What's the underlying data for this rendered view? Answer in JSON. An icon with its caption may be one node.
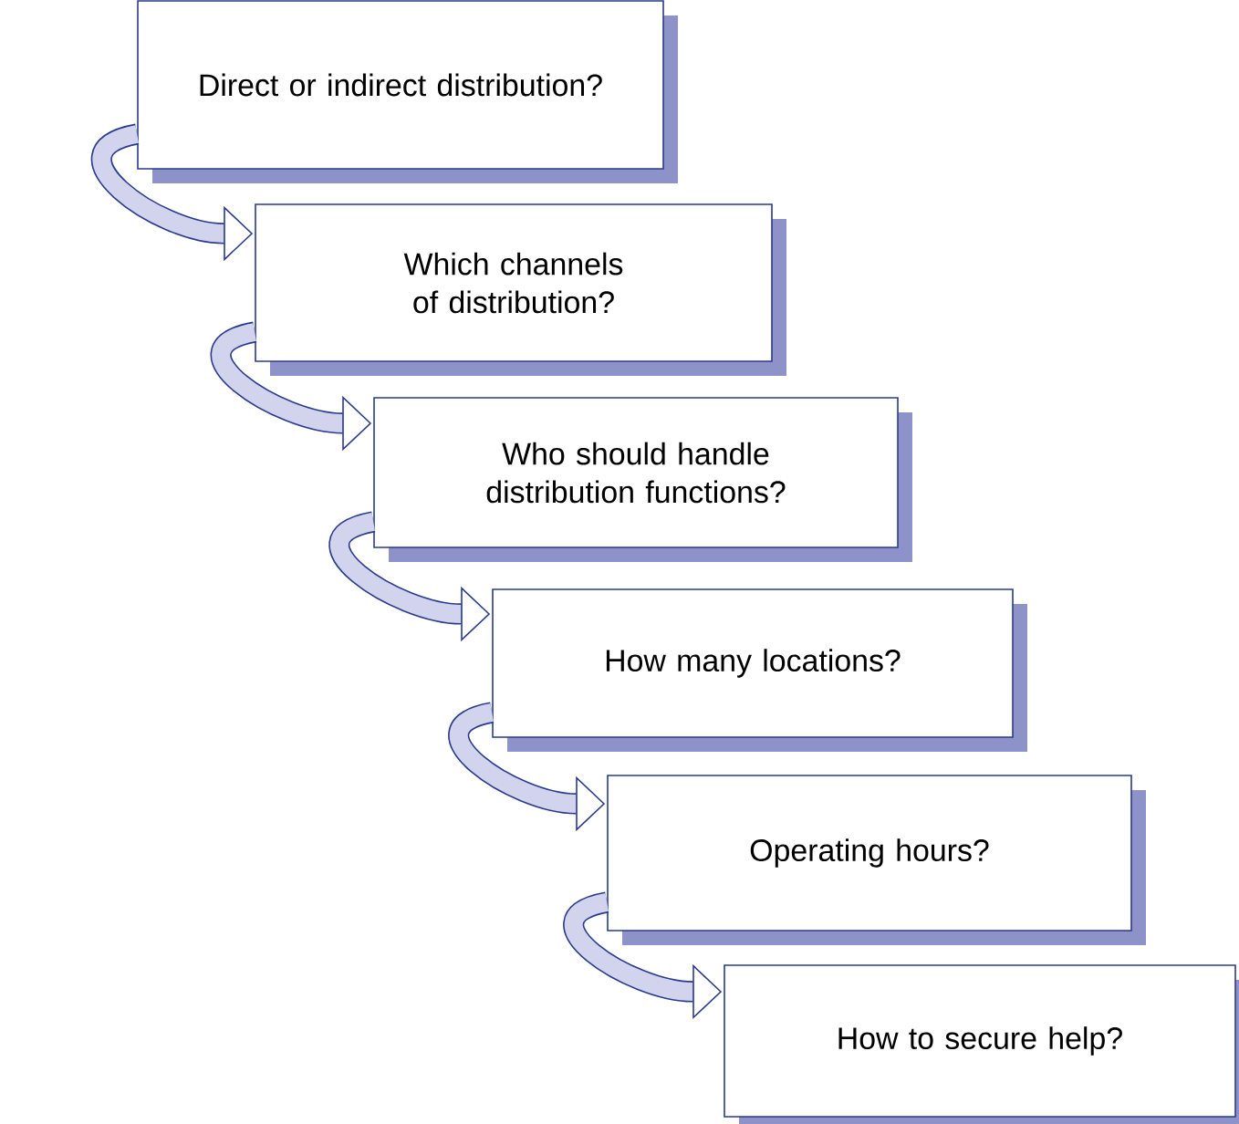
{
  "diagram": {
    "nodes": [
      {
        "text": [
          "Direct or indirect distribution?"
        ]
      },
      {
        "text": [
          "Which channels of distribution?"
        ]
      },
      {
        "text": [
          "Who should handle distribution functions?"
        ]
      },
      {
        "text": [
          "How many locations?"
        ]
      },
      {
        "text": [
          "Operating hours?"
        ]
      },
      {
        "text": [
          "How to secure help?"
        ]
      }
    ],
    "edges": [
      {
        "from": 0,
        "to": 1,
        "arrow": "to"
      },
      {
        "from": 1,
        "to": 2,
        "arrow": "to"
      },
      {
        "from": 2,
        "to": 3,
        "arrow": "to"
      },
      {
        "from": 3,
        "to": 4,
        "arrow": "to"
      },
      {
        "from": 4,
        "to": 5,
        "arrow": "to"
      }
    ]
  }
}
